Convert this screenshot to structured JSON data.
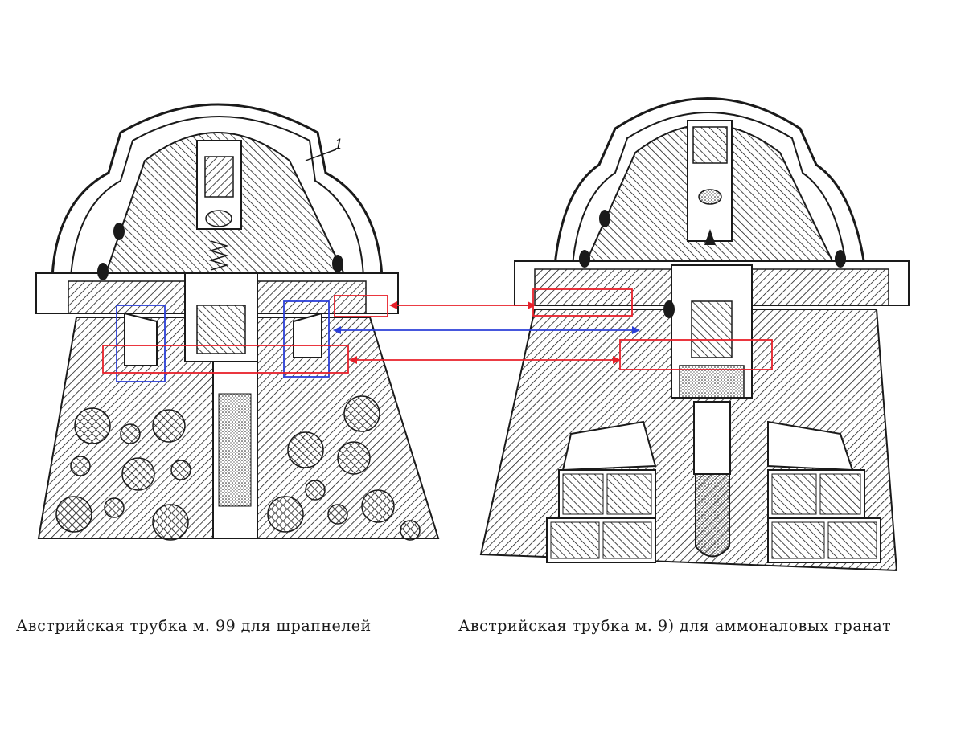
{
  "captions": {
    "left": "Австрийская трубка м. 99 для шрапнелей",
    "right": "Австрийская трубка м. 9) для аммоналовых гранат"
  },
  "labels": {
    "part_marker": "1"
  },
  "colors": {
    "ink": "#1a1a1a",
    "highlight_red": "#e8202a",
    "highlight_blue": "#2b3fd8",
    "background": "#ffffff"
  }
}
